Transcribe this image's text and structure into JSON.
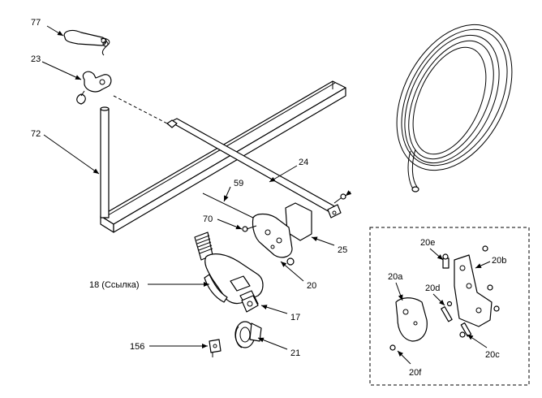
{
  "callouts": {
    "c77": "77",
    "c23": "23",
    "c72": "72",
    "c24": "24",
    "c59": "59",
    "c70": "70",
    "c25": "25",
    "c20": "20",
    "c18": "18 (Ссылка)",
    "c17": "17",
    "c156": "156",
    "c21": "21",
    "c20e": "20e",
    "c20b": "20b",
    "c20a": "20a",
    "c20d": "20d",
    "c20c": "20c",
    "c20f": "20f"
  }
}
